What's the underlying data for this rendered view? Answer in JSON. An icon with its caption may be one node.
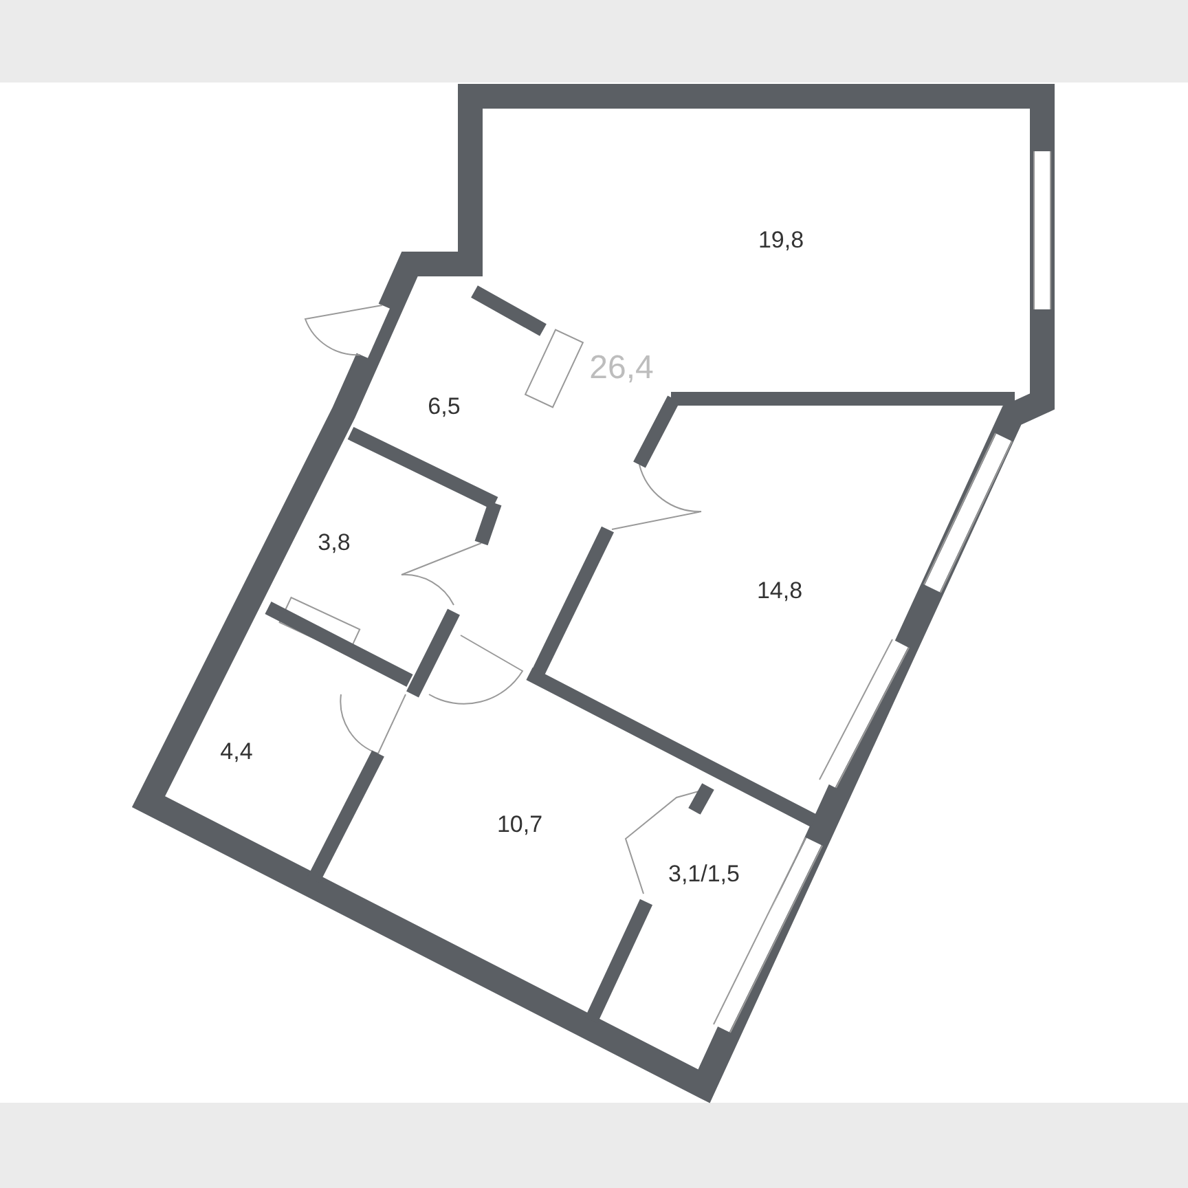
{
  "diagram": {
    "labels": [
      "19,8",
      "26,4",
      "6,5",
      "3,8",
      "14,8",
      "4,4",
      "10,7",
      "3,1/1,5"
    ]
  }
}
